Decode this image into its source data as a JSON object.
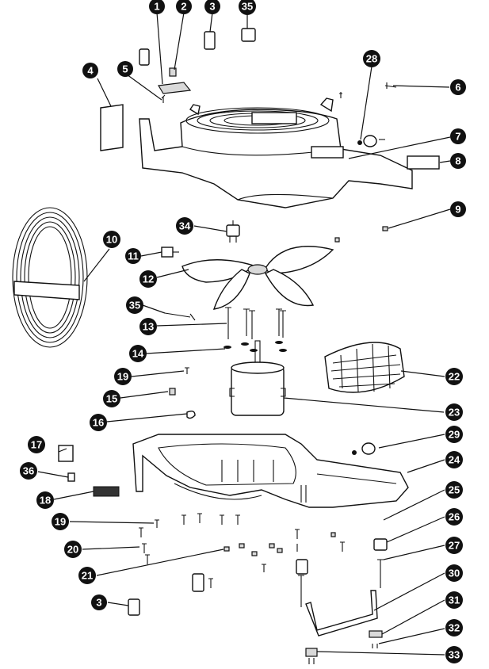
{
  "diagram": {
    "type": "exploded-parts-view",
    "callouts": [
      "1",
      "2",
      "3",
      "35",
      "4",
      "5",
      "28",
      "6",
      "7",
      "8",
      "9",
      "10",
      "34",
      "11",
      "12",
      "35",
      "13",
      "14",
      "19",
      "22",
      "15",
      "23",
      "16",
      "29",
      "17",
      "24",
      "36",
      "18",
      "25",
      "19",
      "26",
      "20",
      "27",
      "21",
      "30",
      "3",
      "31",
      "32",
      "33"
    ]
  }
}
